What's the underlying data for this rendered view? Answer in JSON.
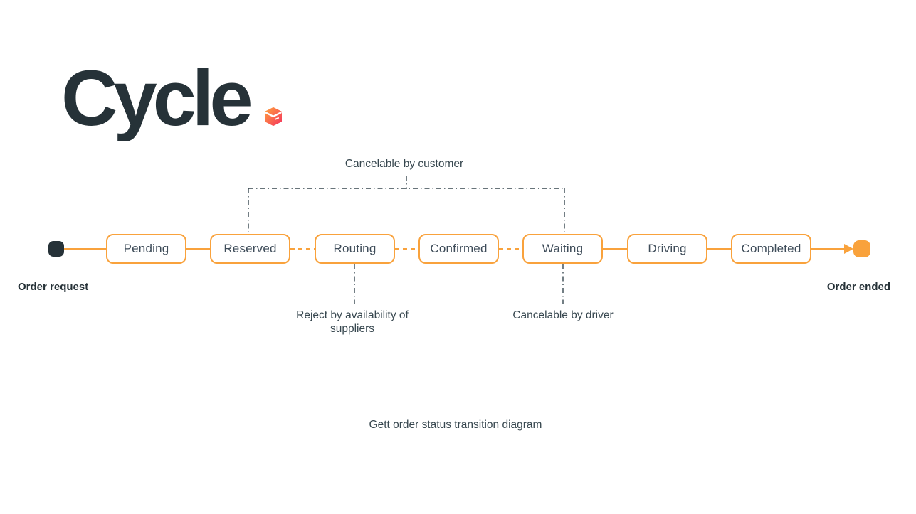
{
  "logo": {
    "text": "Cycle",
    "icon": "package-cube-icon"
  },
  "colors": {
    "accent_orange": "#F9A23C",
    "dark_slate": "#263238",
    "text_slate": "#37474F",
    "icon_gradient_start": "#FFA03E",
    "icon_gradient_end": "#F5365C"
  },
  "flow": {
    "start_label": "Order request",
    "end_label": "Order ended",
    "states": [
      {
        "label": "Pending"
      },
      {
        "label": "Reserved"
      },
      {
        "label": "Routing"
      },
      {
        "label": "Confirmed"
      },
      {
        "label": "Waiting"
      },
      {
        "label": "Driving"
      },
      {
        "label": "Completed"
      }
    ],
    "connectors": [
      {
        "from": "start",
        "to": "Pending",
        "style": "solid"
      },
      {
        "from": "Pending",
        "to": "Reserved",
        "style": "solid"
      },
      {
        "from": "Reserved",
        "to": "Routing",
        "style": "dashed"
      },
      {
        "from": "Routing",
        "to": "Confirmed",
        "style": "dashed"
      },
      {
        "from": "Confirmed",
        "to": "Waiting",
        "style": "dashed"
      },
      {
        "from": "Waiting",
        "to": "Driving",
        "style": "solid"
      },
      {
        "from": "Driving",
        "to": "Completed",
        "style": "solid"
      },
      {
        "from": "Completed",
        "to": "end",
        "style": "solid-arrow"
      }
    ]
  },
  "annotations": {
    "cancelable_by_customer": "Cancelable by customer",
    "reject_by_suppliers": "Reject by availability of suppliers",
    "cancelable_by_driver": "Cancelable by driver"
  },
  "caption": "Gett order status transition diagram"
}
